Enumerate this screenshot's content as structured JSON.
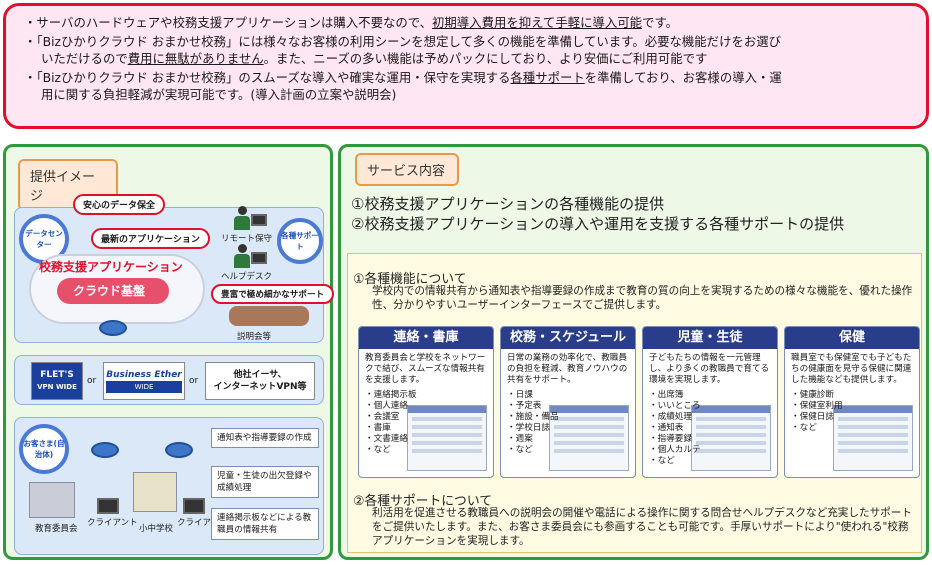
{
  "banner": {
    "b1_pre": "・サーバのハードウェアや校務支援アプリケーションは購入不要なので、",
    "b1_ul": "初期導入費用を抑えて手軽に導入可能",
    "b1_post": "です。",
    "b2_l1": "・「Bizひかりクラウド おまかせ校務」には様々なお客様の利用シーンを想定して多くの機能を準備しています。必要な機能だけをお選び",
    "b2_l2_pre": "いただけるので",
    "b2_l2_ul": "費用に無駄がありません",
    "b2_l2_post": "。また、ニーズの多い機能は予めパックにしており、より安価にご利用可能です",
    "b3_l1_pre": "・「Bizひかりクラウド おまかせ校務」のスムーズな導入や確実な運用・保守を実現する",
    "b3_l1_ul": "各種サポート",
    "b3_l1_post": "を準備しており、お客様の導入・運",
    "b3_l2": "用に関する負担軽減が実現可能です。(導入計画の立案や説明会)"
  },
  "left": {
    "tab": "提供イメージ",
    "data_safe": "安心のデータ保全",
    "datacenter": "データセンター",
    "latest_app": "最新のアプリケーション",
    "app_title": "校務支援アプリケーション",
    "cloud_base": "クラウド基盤",
    "remote": "リモート保守",
    "helpdesk": "ヘルプデスク",
    "support_badge": "各種サポート",
    "support_pill": "豊富で極め細かなサポート",
    "seminar": "説明会等",
    "flets_1": "FLET'S",
    "flets_2": "VPN WIDE",
    "or1": "or",
    "be_1": "Business Ether",
    "be_2": "WIDE",
    "or2": "or",
    "other_1": "他社イーサ、",
    "other_2": "インターネットVPN等",
    "customer_badge": "お客さま(自治体)",
    "board": "教育委員会",
    "client1": "クライアント",
    "school": "小中学校",
    "client2": "クライアント",
    "note1": "通知表や指導要録の作成",
    "note2": "児童・生徒の出欠登録や成績処理",
    "note3": "連絡掲示板などによる教職員の情報共有"
  },
  "right": {
    "tab": "サービス内容",
    "headline1": "①校務支援アプリケーションの各種機能の提供",
    "headline2": "②校務支援アプリケーションの導入や運用を支援する各種サポートの提供",
    "sec1_title": "①各種機能について",
    "sec1_body": "学校内での情報共有から通知表や指導要録の作成まで教育の質の向上を実現するための様々な機能を、優れた操作性、分かりやすいユーザーインターフェースでご提供します。",
    "cards": [
      {
        "title": "連絡・書庫",
        "desc": "教育委員会と学校をネットワークで結び、スムーズな情報共有を支援します。",
        "items": [
          "連絡掲示板",
          "個人連絡",
          "会議室",
          "書庫",
          "文書連絡",
          "など"
        ]
      },
      {
        "title": "校務・スケジュール",
        "desc": "日常の業務の効率化で、教職員の負担を軽減、教育ノウハウの共有をサポート。",
        "items": [
          "日課",
          "予定表",
          "施設・備品",
          "学校日誌",
          "週案",
          "など"
        ]
      },
      {
        "title": "児童・生徒",
        "desc": "子どもたちの情報を一元管理し、より多くの教職員で育てる環境を実現します。",
        "items": [
          "出席簿",
          "いいところ",
          "成績処理",
          "通知表",
          "指導要録",
          "個人カルテ",
          "など"
        ]
      },
      {
        "title": "保健",
        "desc": "職員室でも保健室でも子どもたちの健康面を見守る保健に関連した機能なども提供します。",
        "items": [
          "健康診断",
          "保健室利用",
          "保健日誌",
          "など"
        ]
      }
    ],
    "sec2_title": "②各種サポートについて",
    "sec2_body": "利活用を促進させる教職員への説明会の開催や電話による操作に関する問合せヘルプデスクなど充実したサポートをご提供いたします。また、お客さま委員会にも参画することも可能です。手厚いサポートにより\"使われる\"校務アプリケーションを実現します。"
  }
}
